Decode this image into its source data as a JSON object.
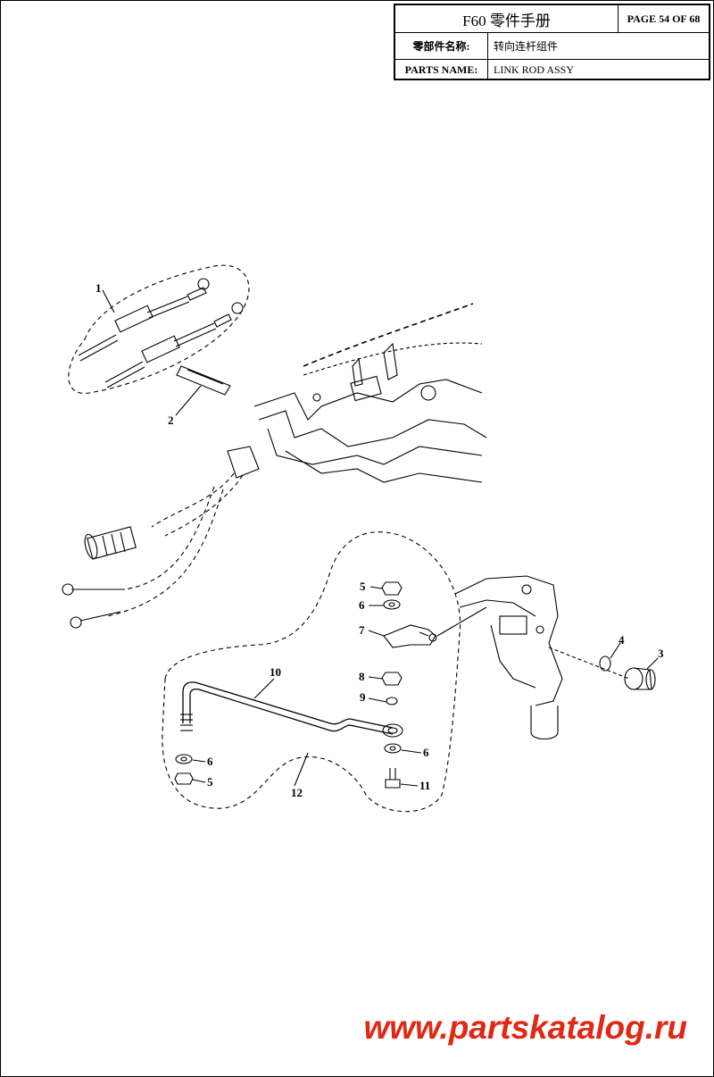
{
  "header": {
    "doc_title": "F60 零件手册",
    "page_info": "PAGE 54 OF 68",
    "part_name_label_cn": "零部件名称:",
    "part_name_cn": "转向连杆组件",
    "part_name_label_en": "PARTS NAME:",
    "part_name_en": "LINK ROD ASSY"
  },
  "callouts": {
    "c1": "1",
    "c2": "2",
    "c3": "3",
    "c4": "4",
    "c5a": "5",
    "c5b": "5",
    "c6a": "6",
    "c6b": "6",
    "c6c": "6",
    "c7": "7",
    "c8": "8",
    "c9": "9",
    "c10": "10",
    "c11": "11",
    "c12": "12"
  },
  "watermark": "www.partskatalog.ru"
}
